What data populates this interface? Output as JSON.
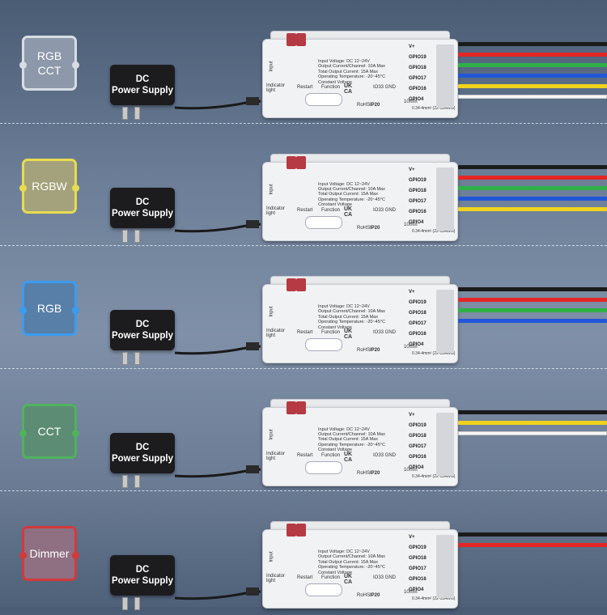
{
  "psu_text": [
    "DC",
    "Power Supply"
  ],
  "controller": {
    "specs": [
      "Input Voltage: DC 12~24V",
      "Output Current/Channel: 10A Max",
      "Total Output Current: 15A Max",
      "Operating Temperature: -20~45°C",
      "Constant Voltage"
    ],
    "input_label": "Input",
    "indicator_label": [
      "Indicator",
      "light"
    ],
    "restart_label": "Restart",
    "function_label": "Function",
    "io_label": "IO33 GND",
    "ip_label": "IP20",
    "cert_ukca": [
      "UK",
      "CA"
    ],
    "rohs_label": "RoHS",
    "strip_label": "10mm",
    "wire_gauge": "0.34-4mm² (22-12AWG)",
    "terminals": [
      "V+",
      "GPIO19",
      "GPIO18",
      "GPIO17",
      "GPIO16",
      "GPIO4"
    ]
  },
  "rows": [
    {
      "mode_lines": [
        "RGB",
        "CCT"
      ],
      "frame_color": "#d8dde3",
      "box_fill": "#8d99aa",
      "wire_colors": [
        "#1b1b1b",
        "#e32626",
        "#2fb046",
        "#2156d8",
        "#f0d21c",
        "#f7f7f7"
      ]
    },
    {
      "mode_lines": [
        "RGBW"
      ],
      "frame_color": "#e7dc50",
      "box_fill": "#a4a27c",
      "wire_colors": [
        "#1b1b1b",
        "#e32626",
        "#2fb046",
        "#2156d8",
        "#f0d21c"
      ]
    },
    {
      "mode_lines": [
        "RGB"
      ],
      "frame_color": "#3b9cf0",
      "box_fill": "#587fa8",
      "wire_colors": [
        "#1b1b1b",
        "#e32626",
        "#2fb046",
        "#2156d8"
      ]
    },
    {
      "mode_lines": [
        "CCT"
      ],
      "frame_color": "#4fb35c",
      "box_fill": "#5d8c74",
      "wire_colors": [
        "#1b1b1b",
        "#f0d21c",
        "#f7f7f7"
      ]
    },
    {
      "mode_lines": [
        "Dimmer"
      ],
      "frame_color": "#d23a3a",
      "box_fill": "#8f6f82",
      "wire_colors": [
        "#1b1b1b",
        "#e32626"
      ]
    }
  ]
}
